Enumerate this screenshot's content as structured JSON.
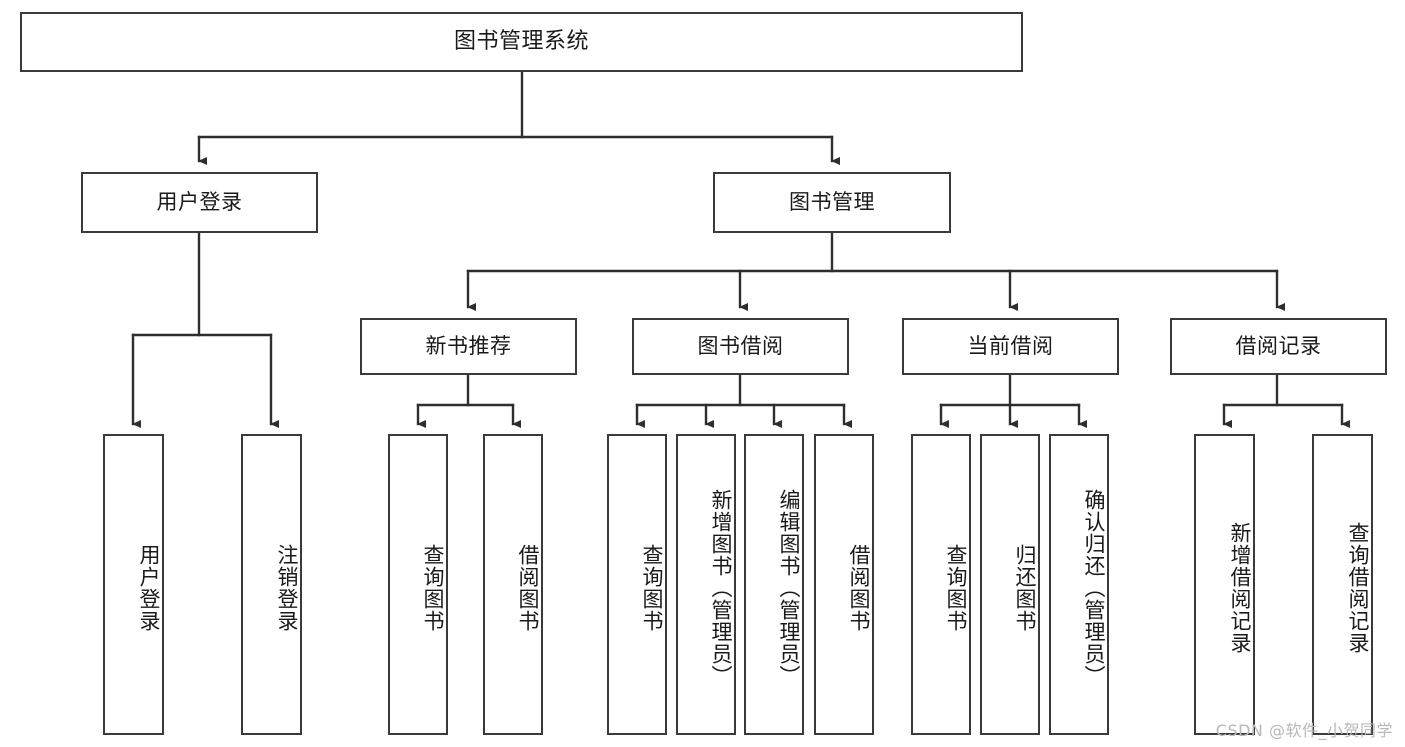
{
  "diagram": {
    "type": "tree-hierarchy",
    "title": "图书管理系统",
    "orientation": "top-down",
    "root": {
      "label": "图书管理系统"
    },
    "level2": [
      {
        "id": "user-login",
        "label": "用户登录"
      },
      {
        "id": "book-management",
        "label": "图书管理"
      }
    ],
    "level3": [
      {
        "id": "new-book-recommend",
        "label": "新书推荐",
        "parent": "book-management"
      },
      {
        "id": "book-borrow",
        "label": "图书借阅",
        "parent": "book-management"
      },
      {
        "id": "current-borrow",
        "label": "当前借阅",
        "parent": "book-management"
      },
      {
        "id": "borrow-record",
        "label": "借阅记录",
        "parent": "book-management"
      }
    ],
    "leaves": [
      {
        "id": "leaf-user-login",
        "label": "用户登录",
        "parent": "user-login"
      },
      {
        "id": "leaf-user-logout",
        "label": "注销登录",
        "parent": "user-login"
      },
      {
        "id": "leaf-query-book-1",
        "label": "查询图书",
        "parent": "new-book-recommend"
      },
      {
        "id": "leaf-borrow-book-1",
        "label": "借阅图书",
        "parent": "new-book-recommend"
      },
      {
        "id": "leaf-query-book-2",
        "label": "查询图书",
        "parent": "book-borrow"
      },
      {
        "id": "leaf-add-book",
        "label": "新增图书（管理员）",
        "parent": "book-borrow"
      },
      {
        "id": "leaf-edit-book",
        "label": "编辑图书（管理员）",
        "parent": "book-borrow"
      },
      {
        "id": "leaf-borrow-book-2",
        "label": "借阅图书",
        "parent": "book-borrow"
      },
      {
        "id": "leaf-query-book-3",
        "label": "查询图书",
        "parent": "current-borrow"
      },
      {
        "id": "leaf-return-book",
        "label": "归还图书",
        "parent": "current-borrow"
      },
      {
        "id": "leaf-confirm-return",
        "label": "确认归还（管理员）",
        "parent": "current-borrow"
      },
      {
        "id": "leaf-add-record",
        "label": "新增借阅记录",
        "parent": "borrow-record"
      },
      {
        "id": "leaf-query-record",
        "label": "查询借阅记录",
        "parent": "borrow-record"
      }
    ],
    "colors": {
      "border": "#3a3a3a",
      "background": "#ffffff",
      "text": "#1a1a1a",
      "watermark": "#b8b8b8"
    }
  },
  "watermark": {
    "text": "CSDN @软件_小贺同学"
  }
}
